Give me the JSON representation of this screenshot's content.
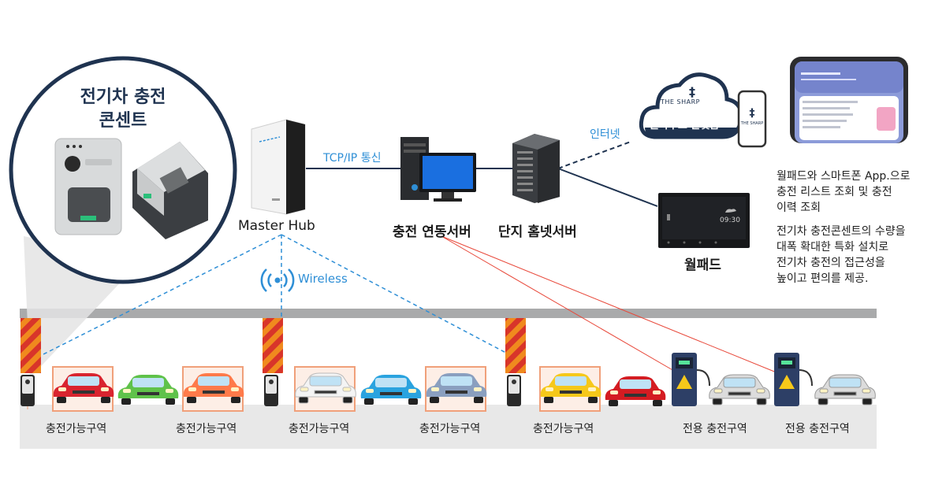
{
  "socket_callout": {
    "title_line1": "전기차 충전",
    "title_line2": "콘센트"
  },
  "nodes": {
    "master_hub": "Master Hub",
    "link_server": "충전 연동서버",
    "homenet_server": "단지 홈넷서버",
    "wallpad": "월패드"
  },
  "links": {
    "tcpip": "TCP/IP 통신",
    "internet": "인터넷",
    "wireless": "Wireless"
  },
  "cloud": {
    "brand": "THE SHARP",
    "label": "클라우드 플랫폼"
  },
  "wallpad_screen": {
    "time": "09:30"
  },
  "side_text": {
    "para1": [
      "월패드와 스마트폰 App.으로",
      "충전 리스트 조회 및 충전",
      "이력 조회"
    ],
    "para2": [
      "전기차 충전콘센트의 수량을",
      "대폭 확대한 특화 설치로",
      "전기차 충전의 접근성을",
      "높이고 편의를 제공."
    ]
  },
  "zones": [
    "충전가능구역",
    "충전가능구역",
    "충전가능구역",
    "충전가능구역",
    "충전가능구역",
    "전용 충전구역",
    "전용 충전구역"
  ],
  "colors": {
    "navy": "#1f3350",
    "accent_blue": "#2f8fd6",
    "highlight_orange": "#f0a07a",
    "hazard_orange": "#f08a1e",
    "hazard_red": "#d8352a",
    "floor": "#e8e8e8",
    "red_line": "#e8483a"
  }
}
